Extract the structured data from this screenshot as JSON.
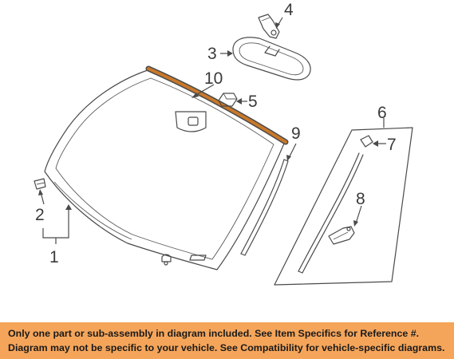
{
  "callouts": [
    "1",
    "2",
    "3",
    "4",
    "5",
    "6",
    "7",
    "8",
    "9",
    "10"
  ],
  "highlight_color": "#c8782a",
  "banner_color": "#f5a55a",
  "disclaimer": {
    "line1": "Only one part or sub-assembly in diagram included. See Item Specifics for Reference #.",
    "line2": "Diagram may not be specific to your vehicle. See Compatibility for vehicle-specific diagrams."
  }
}
